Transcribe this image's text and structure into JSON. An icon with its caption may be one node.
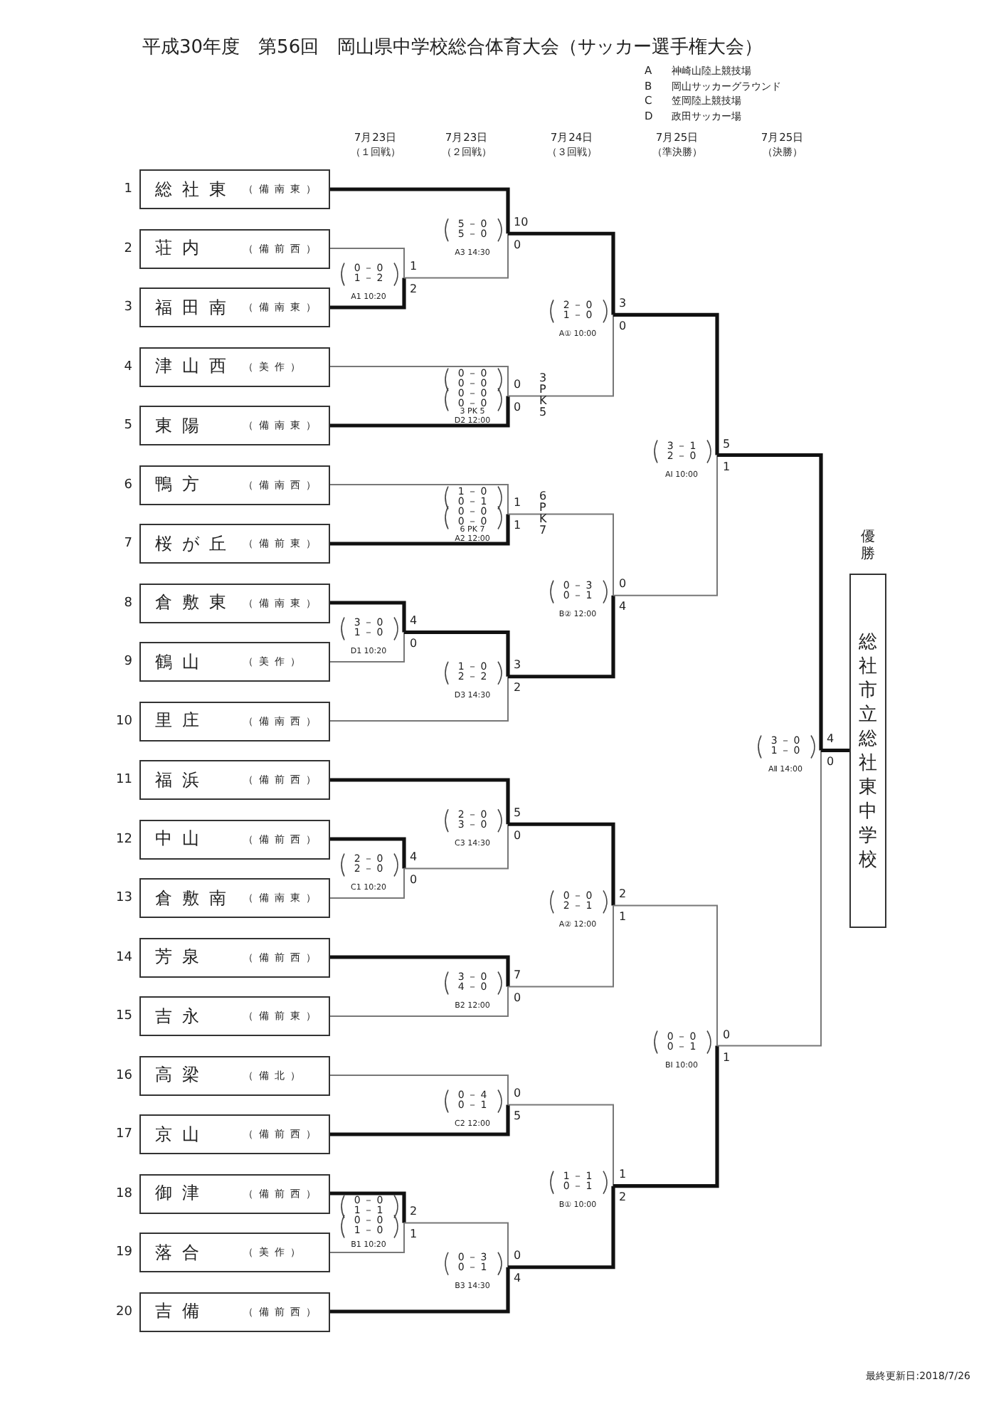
{
  "diagram": {
    "title": "平成30年度　第56回　岡山県中学校総合体育大会（サッカー選手権大会）",
    "nodes": [
      {
        "text": [
          "総社東",
          "（備南東）"
        ],
        "beside": [
          "1"
        ]
      },
      {
        "text": [
          "荘内",
          "（備前西）"
        ],
        "beside": [
          "2"
        ]
      },
      {
        "text": [
          "福田南",
          "（備南東）"
        ],
        "beside": [
          "3"
        ]
      },
      {
        "text": [
          "津山西",
          "（美作）"
        ],
        "beside": [
          "4"
        ]
      },
      {
        "text": [
          "東陽",
          "（備南東）"
        ],
        "beside": [
          "5"
        ]
      },
      {
        "text": [
          "鴨方",
          "（備南西）"
        ],
        "beside": [
          "6"
        ]
      },
      {
        "text": [
          "桜が丘",
          "（備前東）"
        ],
        "beside": [
          "7"
        ]
      },
      {
        "text": [
          "倉敷東",
          "（備南東）"
        ],
        "beside": [
          "8"
        ]
      },
      {
        "text": [
          "鶴山",
          "（美作）"
        ],
        "beside": [
          "9"
        ]
      },
      {
        "text": [
          "里庄",
          "（備南西）"
        ],
        "beside": [
          "10"
        ]
      },
      {
        "text": [
          "福浜",
          "（備前西）"
        ],
        "beside": [
          "11"
        ]
      },
      {
        "text": [
          "中山",
          "（備前西）"
        ],
        "beside": [
          "12"
        ]
      },
      {
        "text": [
          "倉敷南",
          "（備南東）"
        ],
        "beside": [
          "13"
        ]
      },
      {
        "text": [
          "芳泉",
          "（備前西）"
        ],
        "beside": [
          "14"
        ]
      },
      {
        "text": [
          "吉永",
          "（備前東）"
        ],
        "beside": [
          "15"
        ]
      },
      {
        "text": [
          "高梁",
          "（備北）"
        ],
        "beside": [
          "16"
        ]
      },
      {
        "text": [
          "京山",
          "（備前西）"
        ],
        "beside": [
          "17"
        ]
      },
      {
        "text": [
          "御津",
          "（備前西）"
        ],
        "beside": [
          "18"
        ]
      },
      {
        "text": [
          "落合",
          "（美作）"
        ],
        "beside": [
          "19"
        ]
      },
      {
        "text": [
          "吉備",
          "（備前西）"
        ],
        "beside": [
          "20"
        ]
      },
      {
        "text": [
          "優勝",
          "総社市立総社東中学校"
        ]
      }
    ],
    "labels": [
      "A",
      "神崎山陸上競技場",
      "B",
      "岡山サッカーグラウンド",
      "C",
      "笠岡陸上競技場",
      "D",
      "政田サッカー場",
      "7月23日",
      "（１回戦）",
      "7月23日",
      "（２回戦）",
      "7月24日",
      "（３回戦）",
      "7月25日",
      "（準決勝）",
      "7月25日",
      "（決勝）",
      "0 － 0",
      "1 － 2",
      "A1 10:20",
      "1",
      "2",
      "5 － 0",
      "5 － 0",
      "A3 14:30",
      "10",
      "0",
      "0 － 0",
      "0 － 0",
      "0 － 0",
      "0 － 0",
      "3 PK 5",
      "D2 12:00",
      "0",
      "0",
      "3PK5",
      "2 － 0",
      "1 － 0",
      "A① 10:00",
      "3",
      "0",
      "1 － 0",
      "0 － 1",
      "0 － 0",
      "0 － 0",
      "6 PK 7",
      "A2 12:00",
      "1",
      "1",
      "6PK7",
      "3 － 0",
      "1 － 0",
      "D1 10:20",
      "4",
      "0",
      "1 － 0",
      "2 － 2",
      "D3 14:30",
      "3",
      "2",
      "0 － 3",
      "0 － 1",
      "B② 12:00",
      "0",
      "4",
      "3 － 1",
      "2 － 0",
      "AⅠ 10:00",
      "5",
      "1",
      "2 － 0",
      "2 － 0",
      "C1 10:20",
      "4",
      "0",
      "2 － 0",
      "3 － 0",
      "C3 14:30",
      "5",
      "0",
      "3 － 0",
      "4 － 0",
      "B2 12:00",
      "7",
      "0",
      "0 － 0",
      "2 － 1",
      "A② 12:00",
      "2",
      "1",
      "0 － 4",
      "0 － 1",
      "C2 12:00",
      "0",
      "5",
      "0 － 0",
      "1 － 1",
      "0 － 0",
      "1 － 0",
      "B1 10:20",
      "2",
      "1",
      "0 － 3",
      "0 － 1",
      "B3 14:30",
      "0",
      "4",
      "1 － 1",
      "0 － 1",
      "B① 10:00",
      "1",
      "2",
      "0 － 0",
      "0 － 1",
      "BⅠ 10:00",
      "0",
      "1",
      "3 － 0",
      "1 － 0",
      "AⅡ 14:00",
      "4",
      "0",
      "最終更新日:2018/7/26"
    ]
  }
}
